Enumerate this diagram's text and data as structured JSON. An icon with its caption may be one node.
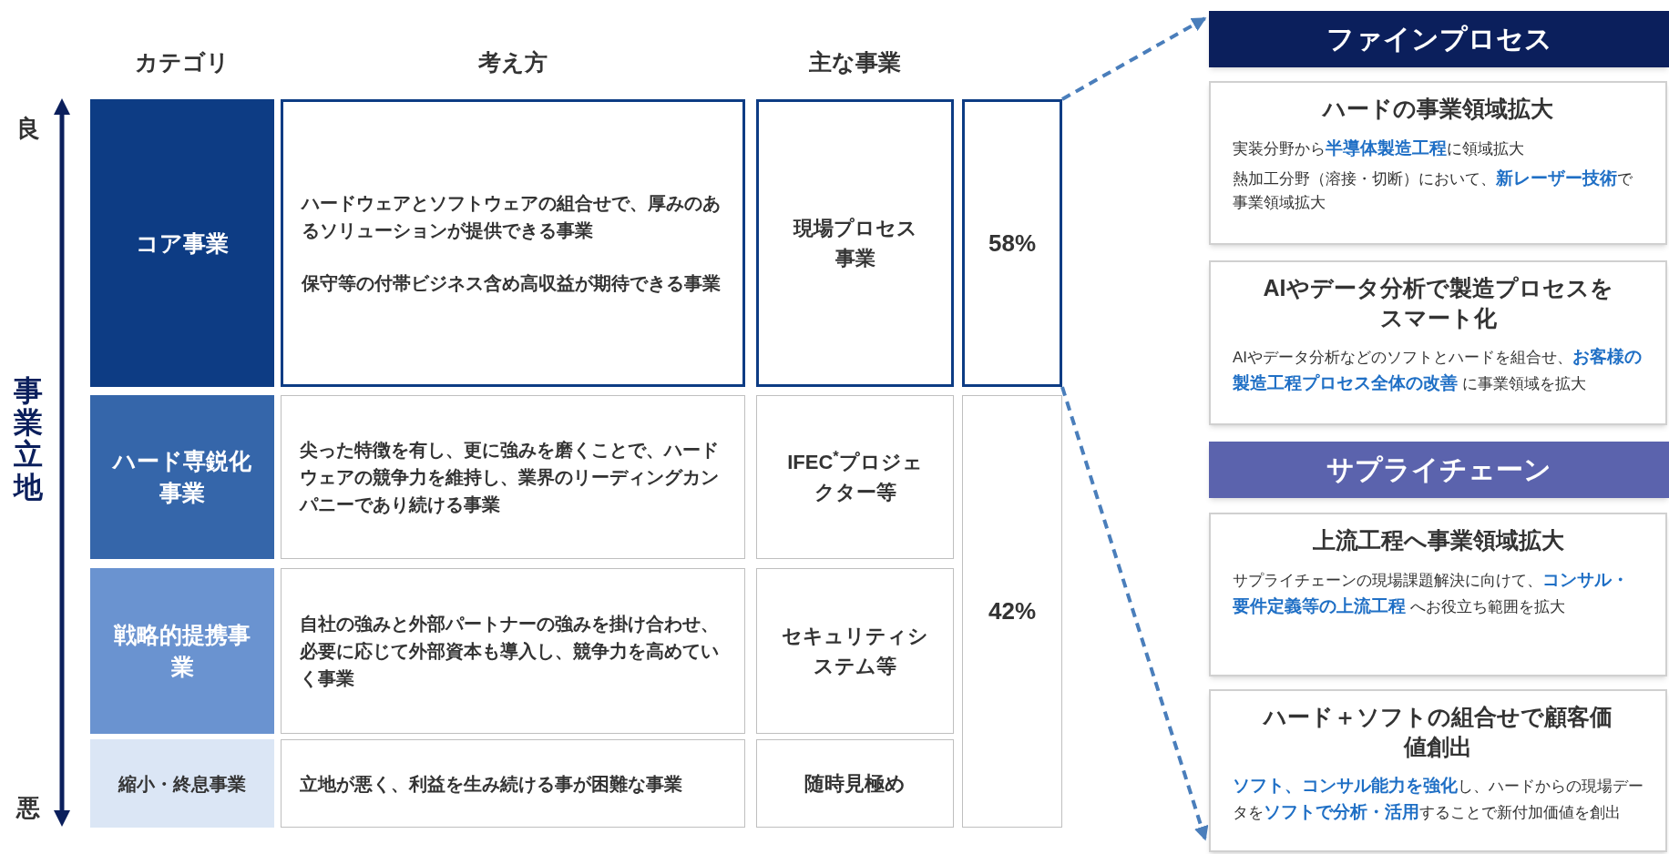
{
  "diagram": {
    "nodes": [
      {
        "text": [
          "コア事業"
        ]
      },
      {
        "text": [
          "ハードウェアとソフトウェアの組合せで、厚みのあるソリューションが提供できる事業",
          "保守等の付帯ビジネス含め高収益が期待できる事業"
        ]
      },
      {
        "text": [
          "現場プロセス事業"
        ]
      },
      {
        "text": [
          "58%"
        ]
      },
      {
        "text": [
          "ハード専鋭化事業"
        ]
      },
      {
        "text": [
          "尖った特徴を有し、更に強みを磨くことで、ハードウェアの競争力を維持し、業界のリーディングカンパニーであり続ける事業"
        ]
      },
      {
        "text": [
          "IFEC$^{*}$プロジェクター等"
        ]
      },
      {
        "text": [
          "42%"
        ]
      },
      {
        "text": [
          "戦略的提携事業"
        ]
      },
      {
        "text": [
          "自社の強みと外部パートナーの強みを掛け合わせ、必要に応じて外部資本も導入し、競争力を高めていく事業"
        ]
      },
      {
        "text": [
          "セキュリティシステム等"
        ]
      },
      {
        "text": [
          "縮小・終息事業"
        ]
      },
      {
        "text": [
          "立地が悪く、利益を生み続ける事が困難な事業"
        ]
      },
      {
        "text": [
          "随時見極め"
        ]
      },
      {
        "text": [
          "ファインプロセス"
        ]
      },
      {
        "text": [
          "ハードの事業領域拡大",
          "実装分野から**半導体製造工程**に領域拡大",
          "熱加工分野（溶接・切断）において、**新レーザー技術**で事業領域拡大"
        ]
      },
      {
        "text": [
          "AIやデータ分析で製造プロセスをスマート化",
          "AIやデータ分析などのソフトとハードを組合せ、**お客様の製造工程プロセス全体の改善** に事業領域を拡大"
        ]
      },
      {
        "text": [
          "サプライチェーン"
        ]
      },
      {
        "text": [
          "上流工程へ事業領域拡大",
          "サプライチェーンの現場課題解決に向けて、**コンサル・要件定義等の上流工程** へお役立ち範囲を拡大"
        ]
      },
      {
        "text": [
          "ハード＋ソフトの組合せで顧客価値創出",
          "**ソフト、コンサル能力を強化**し、ハードからの現場データを**ソフトで分析・活用**することで新付加価値を創出"
        ]
      }
    ],
    "edges": [
      {
        "from": 3,
        "to": 14,
        "arrow": "to",
        "style": "dashed"
      },
      {
        "from": 3,
        "to": 19,
        "arrow": "to",
        "style": "dashed"
      }
    ],
    "labels": [
      "カテゴリ",
      "考え方",
      "主な事業",
      "良",
      "事業立地",
      "悪"
    ]
  }
}
